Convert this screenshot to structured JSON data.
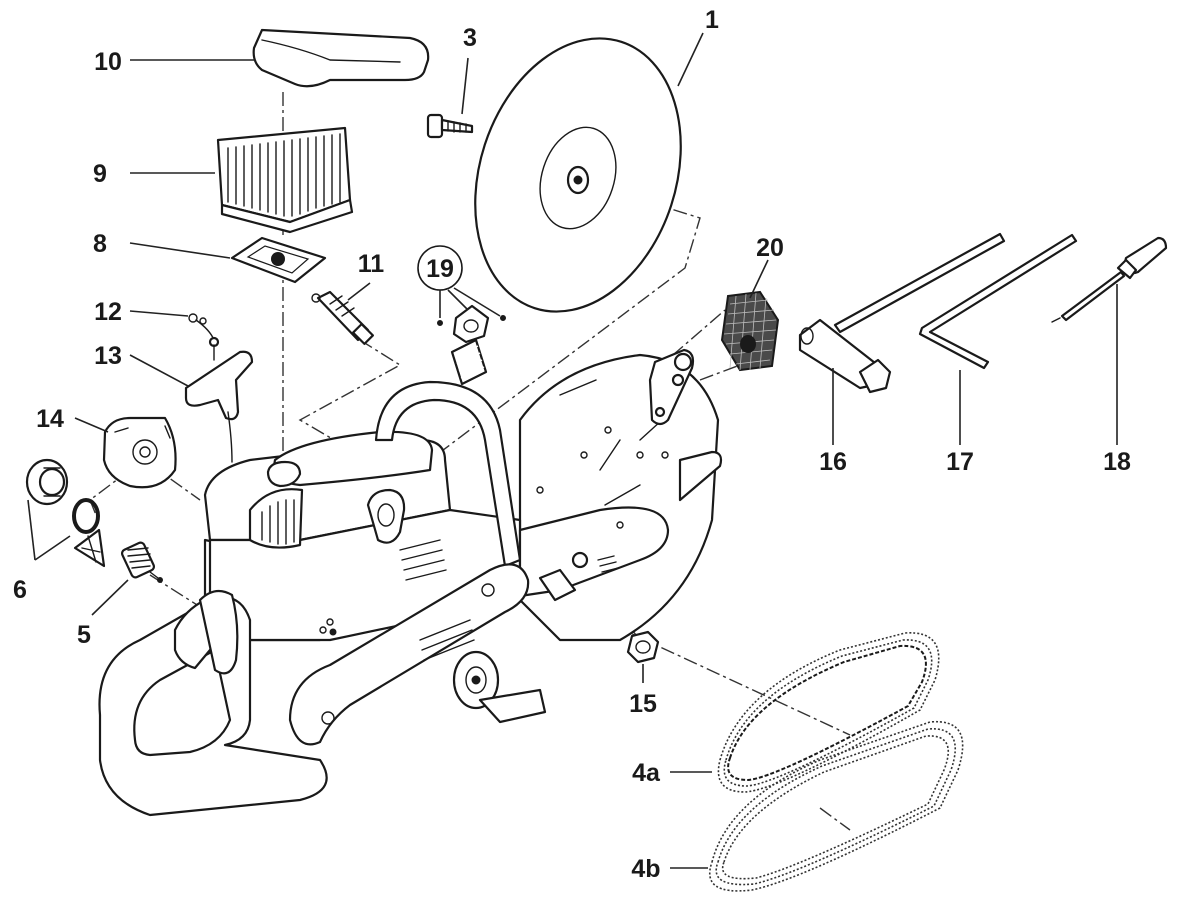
{
  "callouts": {
    "c1": "1",
    "c3": "3",
    "c4a": "4a",
    "c4b": "4b",
    "c5": "5",
    "c6": "6",
    "c8": "8",
    "c9": "9",
    "c10": "10",
    "c11": "11",
    "c12": "12",
    "c13": "13",
    "c14": "14",
    "c15": "15",
    "c16": "16",
    "c17": "17",
    "c18": "18",
    "c19": "19",
    "c20": "20"
  },
  "icons": {
    "blade": "cutting-disc-icon",
    "filter_cover": "filter-cover-icon",
    "air_filter": "air-filter-icon",
    "filter_base": "filter-base-icon",
    "spark_plug": "spark-plug-icon",
    "wrench": "combination-wrench-icon",
    "allen_key": "allen-key-icon",
    "screwdriver": "screwdriver-icon",
    "belt": "drive-belt-icon"
  }
}
